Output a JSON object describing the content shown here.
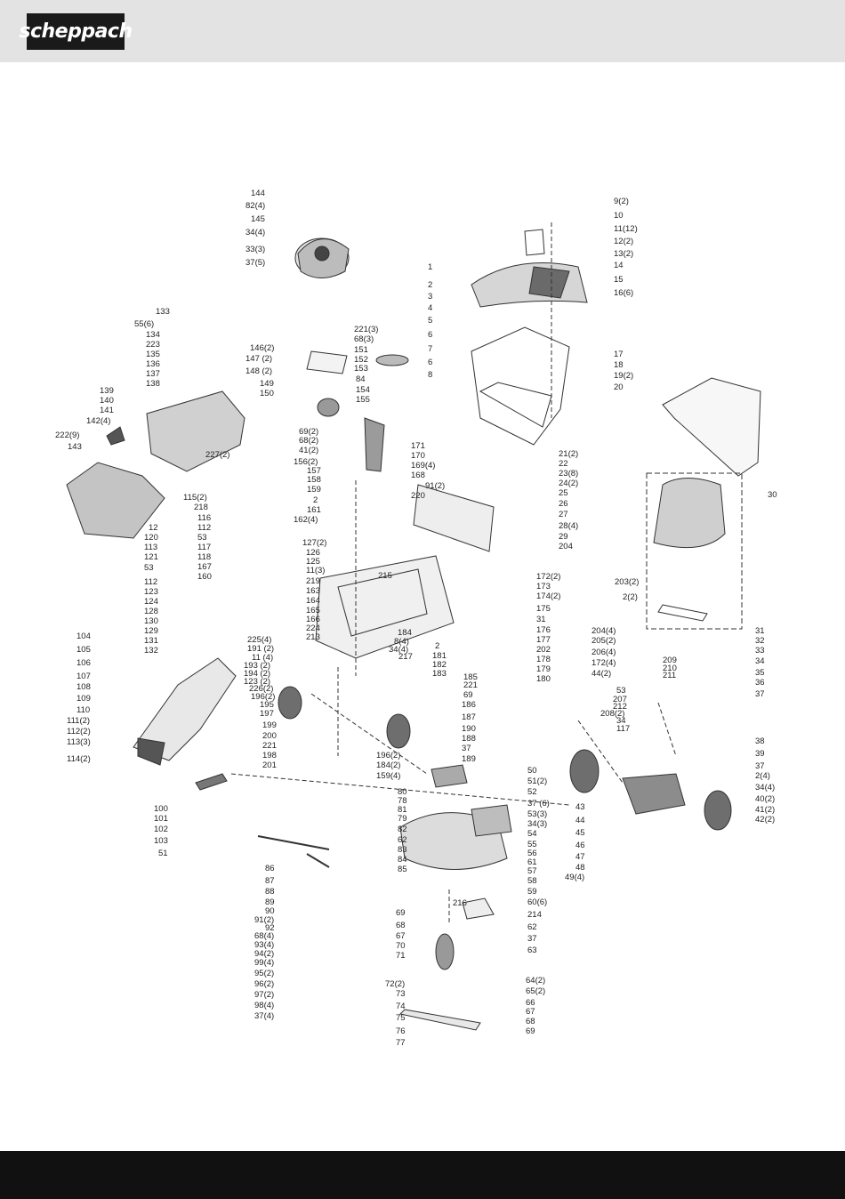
{
  "brand": {
    "logo_text": "scheppach"
  },
  "diagram": {
    "engine_labels": [
      "144",
      "82(4)",
      "145",
      "34(4)",
      "33(3)",
      "37(5)"
    ],
    "right_top_labels": [
      "9(2)",
      "10",
      "11(12)",
      "12(2)",
      "13(2)",
      "14",
      "15",
      "16(6)",
      "17",
      "18",
      "19(2)",
      "20"
    ],
    "column_1_8": [
      "1",
      "2",
      "3",
      "4",
      "5",
      "6",
      "7",
      "6",
      "8"
    ],
    "engine_mid_labels": [
      "221(3)",
      "68(3)",
      "151",
      "152",
      "153",
      "84",
      "154",
      "155",
      "146(2)",
      "147 (2)",
      "148 (2)",
      "149",
      "150"
    ],
    "left_housing_labels": [
      "133",
      "55(6)",
      "134",
      "223",
      "135",
      "136",
      "137",
      "138",
      "139",
      "140",
      "141",
      "142(4)",
      "222(9)",
      "143",
      "227(2)"
    ],
    "shaft_labels": [
      "69(2)",
      "68(2)",
      "41(2)",
      "156(2)",
      "157",
      "158",
      "159",
      "2",
      "161",
      "162(4)"
    ],
    "center_top_labels": [
      "171",
      "170",
      "169(4)",
      "168",
      "91(2)",
      "220"
    ],
    "right_mid_labels": [
      "21(2)",
      "22",
      "23(8)",
      "24(2)",
      "25",
      "26",
      "27",
      "28(4)",
      "29",
      "204",
      "172(2)",
      "173",
      "174(2)",
      "175",
      "31",
      "176",
      "177",
      "202",
      "178",
      "179",
      "180"
    ],
    "seat_labels": [
      "30",
      "203(2)",
      "2(2)"
    ],
    "left_chute_labels": [
      "115(2)",
      "218",
      "116",
      "112",
      "53",
      "117",
      "118",
      "167",
      "160",
      "12",
      "120",
      "113",
      "121",
      "53",
      "112",
      "123",
      "124",
      "128",
      "130",
      "129",
      "131",
      "132"
    ],
    "frame_labels": [
      "127(2)",
      "126",
      "125",
      "11(3)",
      "219",
      "163",
      "164",
      "165",
      "166",
      "224",
      "213",
      "215",
      "184",
      "8(4)",
      "34(4)",
      "217",
      "2",
      "181",
      "182",
      "183",
      "185",
      "221",
      "69",
      "186",
      "187",
      "190",
      "188",
      "37",
      "189"
    ],
    "lower_left_labels": [
      "225(4)",
      "191 (2)",
      "11 (4)",
      "193 (2)",
      "194 (2)",
      "123 (2)",
      "226(2)",
      "196(2)",
      "195",
      "197",
      "199",
      "200",
      "221",
      "198",
      "201"
    ],
    "chute_labels": [
      "104",
      "105",
      "106",
      "107",
      "108",
      "109",
      "110",
      "111(2)",
      "112(2)",
      "113(3)",
      "114(2)"
    ],
    "wheel_center_labels": [
      "196(2)",
      "184(2)",
      "159(4)"
    ],
    "rear_axle_labels": [
      "31",
      "32",
      "33",
      "34",
      "35",
      "36",
      "37",
      "204(4)",
      "205(2)",
      "206(4)",
      "172(4)",
      "44(2)",
      "209",
      "210",
      "211",
      "53",
      "207",
      "208(2)",
      "212",
      "34",
      "117",
      "38",
      "39",
      "37",
      "2(4)",
      "34(4)",
      "40(2)",
      "41(2)",
      "42(2)",
      "43",
      "44",
      "45",
      "46",
      "47",
      "48",
      "49(4)"
    ],
    "deck_labels": [
      "50",
      "51(2)",
      "52",
      "80",
      "78",
      "81",
      "37 (6)",
      "53(3)",
      "34(3)",
      "79",
      "82",
      "62",
      "54",
      "83",
      "55",
      "84",
      "56",
      "85",
      "61",
      "57",
      "58",
      "59",
      "60(6)",
      "216",
      "214",
      "62",
      "37",
      "63"
    ],
    "lever_labels": [
      "100",
      "101",
      "102",
      "103",
      "51"
    ],
    "height_labels": [
      "86",
      "87",
      "88",
      "89",
      "90",
      "91(2)",
      "92",
      "68(4)",
      "93(4)",
      "94(2)",
      "99(4)",
      "95(2)",
      "96(2)",
      "97(2)",
      "98(4)",
      "37(4)"
    ],
    "blade_labels": [
      "69",
      "68",
      "67",
      "70",
      "71",
      "64(2)",
      "65(2)",
      "72(2)",
      "73",
      "66",
      "67",
      "74",
      "75",
      "68",
      "69",
      "76",
      "77"
    ]
  }
}
